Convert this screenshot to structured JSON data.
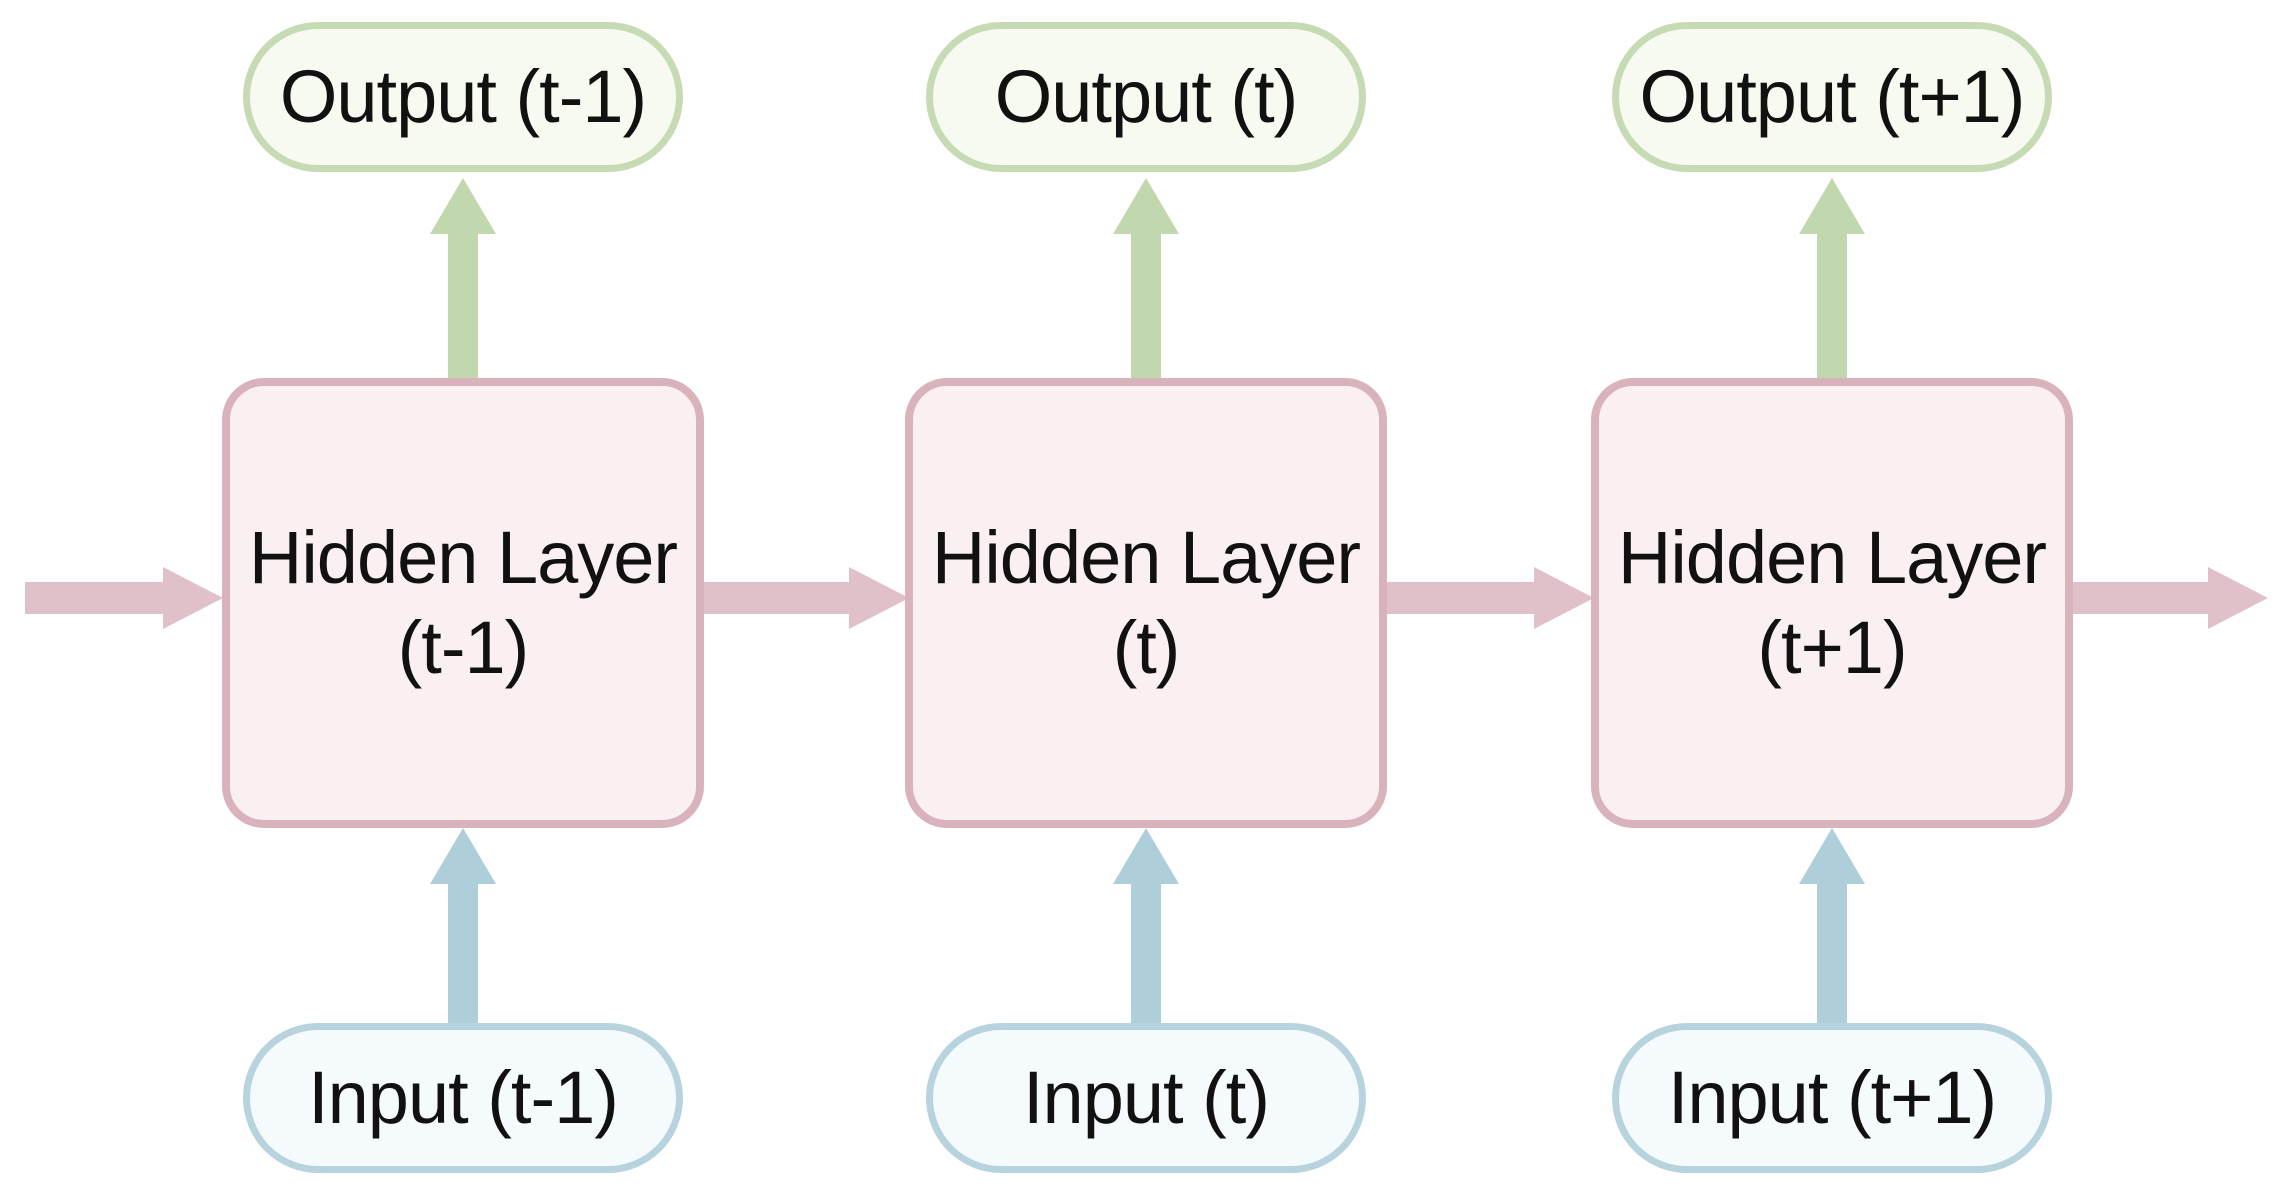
{
  "diagram": {
    "type": "flow-diagram",
    "subject": "recurrent-neural-network-unrolled-over-time",
    "palette": {
      "background": "#ffffff",
      "text": "#111111",
      "green_fill": "#f6faf0",
      "green_border": "#c6dab4",
      "green_arrow": "#c1d8ae",
      "pink_fill": "#fbf0f1",
      "pink_border": "#d9b3bc",
      "pink_arrow": "#e0c1c9",
      "blue_fill": "#f5fafc",
      "blue_border": "#b7d3de",
      "blue_arrow": "#aecfda"
    },
    "columns": [
      {
        "time": "t-1",
        "output_label": "Output (t-1)",
        "hidden_label": "Hidden Layer\n(t-1)",
        "input_label": "Input (t-1)"
      },
      {
        "time": "t",
        "output_label": "Output (t)",
        "hidden_label": "Hidden Layer\n(t)",
        "input_label": "Input (t)"
      },
      {
        "time": "t+1",
        "output_label": "Output (t+1)",
        "hidden_label": "Hidden Layer\n(t+1)",
        "input_label": "Input (t+1)"
      }
    ],
    "edges": [
      {
        "from": "external-left",
        "to": "hidden-t-1",
        "kind": "recurrent"
      },
      {
        "from": "hidden-t-1",
        "to": "hidden-t",
        "kind": "recurrent"
      },
      {
        "from": "hidden-t",
        "to": "hidden-t+1",
        "kind": "recurrent"
      },
      {
        "from": "hidden-t+1",
        "to": "external-right",
        "kind": "recurrent"
      },
      {
        "from": "input-t-1",
        "to": "hidden-t-1",
        "kind": "input"
      },
      {
        "from": "input-t",
        "to": "hidden-t",
        "kind": "input"
      },
      {
        "from": "input-t+1",
        "to": "hidden-t+1",
        "kind": "input"
      },
      {
        "from": "hidden-t-1",
        "to": "output-t-1",
        "kind": "output"
      },
      {
        "from": "hidden-t",
        "to": "output-t",
        "kind": "output"
      },
      {
        "from": "hidden-t+1",
        "to": "output-t+1",
        "kind": "output"
      }
    ]
  }
}
